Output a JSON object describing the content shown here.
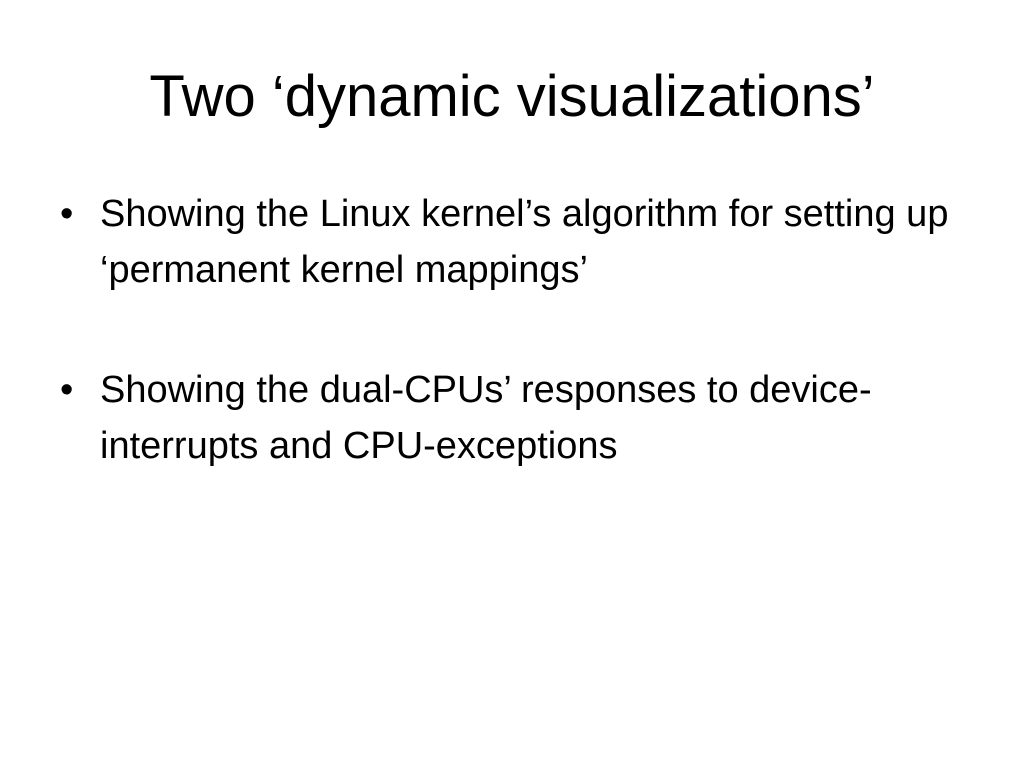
{
  "slide": {
    "title": "Two ‘dynamic visualizations’",
    "bullet_glyph": "•",
    "bullets": [
      "Showing the Linux kernel’s algorithm for setting up ‘permanent kernel mappings’",
      "Showing the dual-CPUs’ responses to device-interrupts and CPU-exceptions"
    ]
  }
}
